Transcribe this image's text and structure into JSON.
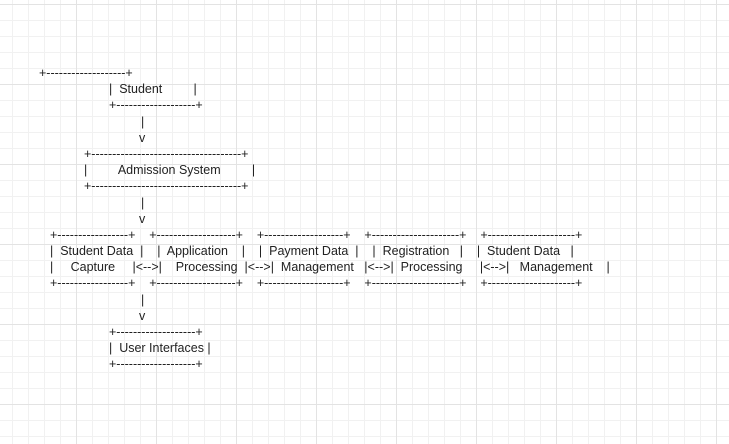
{
  "diagram": {
    "lines": [
      "+-------------------+",
      "|  Student         |",
      "+-------------------+",
      "|",
      "v",
      "+------------------------------------+",
      "|         Admission System         |",
      "+------------------------------------+",
      "|",
      "v",
      "+-----------------+    +-------------------+    +-------------------+    +---------------------+    +---------------------+",
      "|  Student Data  |    |  Application    |    |  Payment Data  |    |  Registration   |    |  Student Data   |",
      "|     Capture     |<-->|    Processing  |<-->|  Management   |<-->|  Processing     |<-->|   Management    |",
      "+-----------------+    +-------------------+    +-------------------+    +---------------------+    +---------------------+",
      "|",
      "v",
      "+-------------------+",
      "|  User Interfaces |",
      "+-------------------+"
    ]
  }
}
